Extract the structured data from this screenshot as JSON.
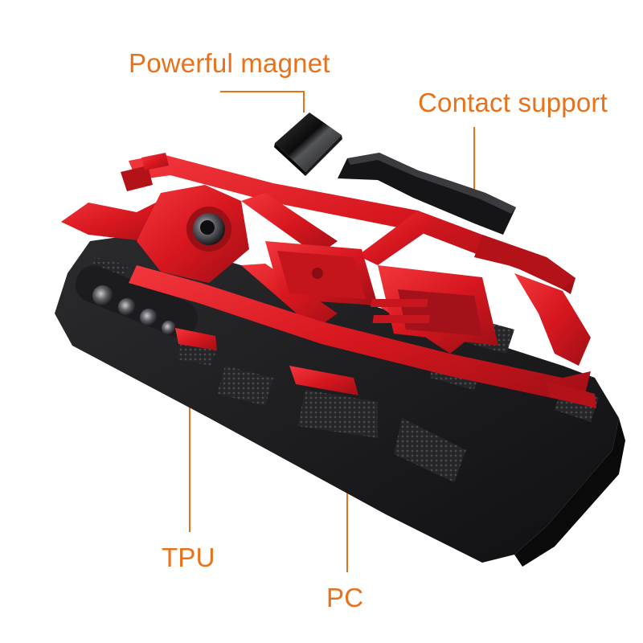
{
  "annotations": {
    "magnet": "Powerful magnet",
    "support": "Contact support",
    "tpu": "TPU",
    "pc": "PC"
  },
  "colors": {
    "label": "#e8711a",
    "leader_line": "#e8711a",
    "frame_red": "#e01e26",
    "frame_red_dark": "#9c0f15",
    "body_black": "#1e1e20"
  },
  "parts": [
    "magnet-plate-icon",
    "kickstand-clip-icon",
    "red-pc-frame",
    "black-tpu-body",
    "camera-lens-icon"
  ]
}
